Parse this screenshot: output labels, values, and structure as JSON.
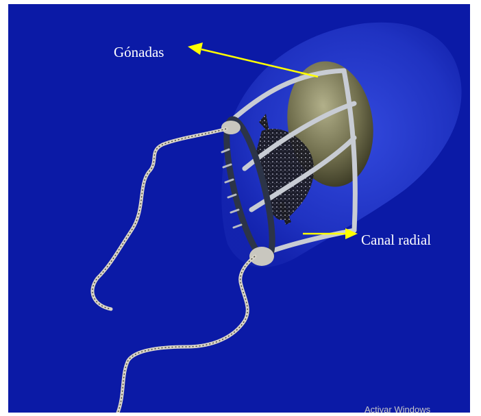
{
  "labels": {
    "gonads": "Gónadas",
    "radial_canal": "Canal radial"
  },
  "watermark": "Activar Windows",
  "colors": {
    "background": "#0b1aa6",
    "arrow": "#ffff00",
    "label_text": "#ffffff",
    "bell": "#2a3fd6",
    "gonad": "#6b6a48",
    "canal": "#c8ccd4",
    "tentacle": "#d8d4c8"
  }
}
